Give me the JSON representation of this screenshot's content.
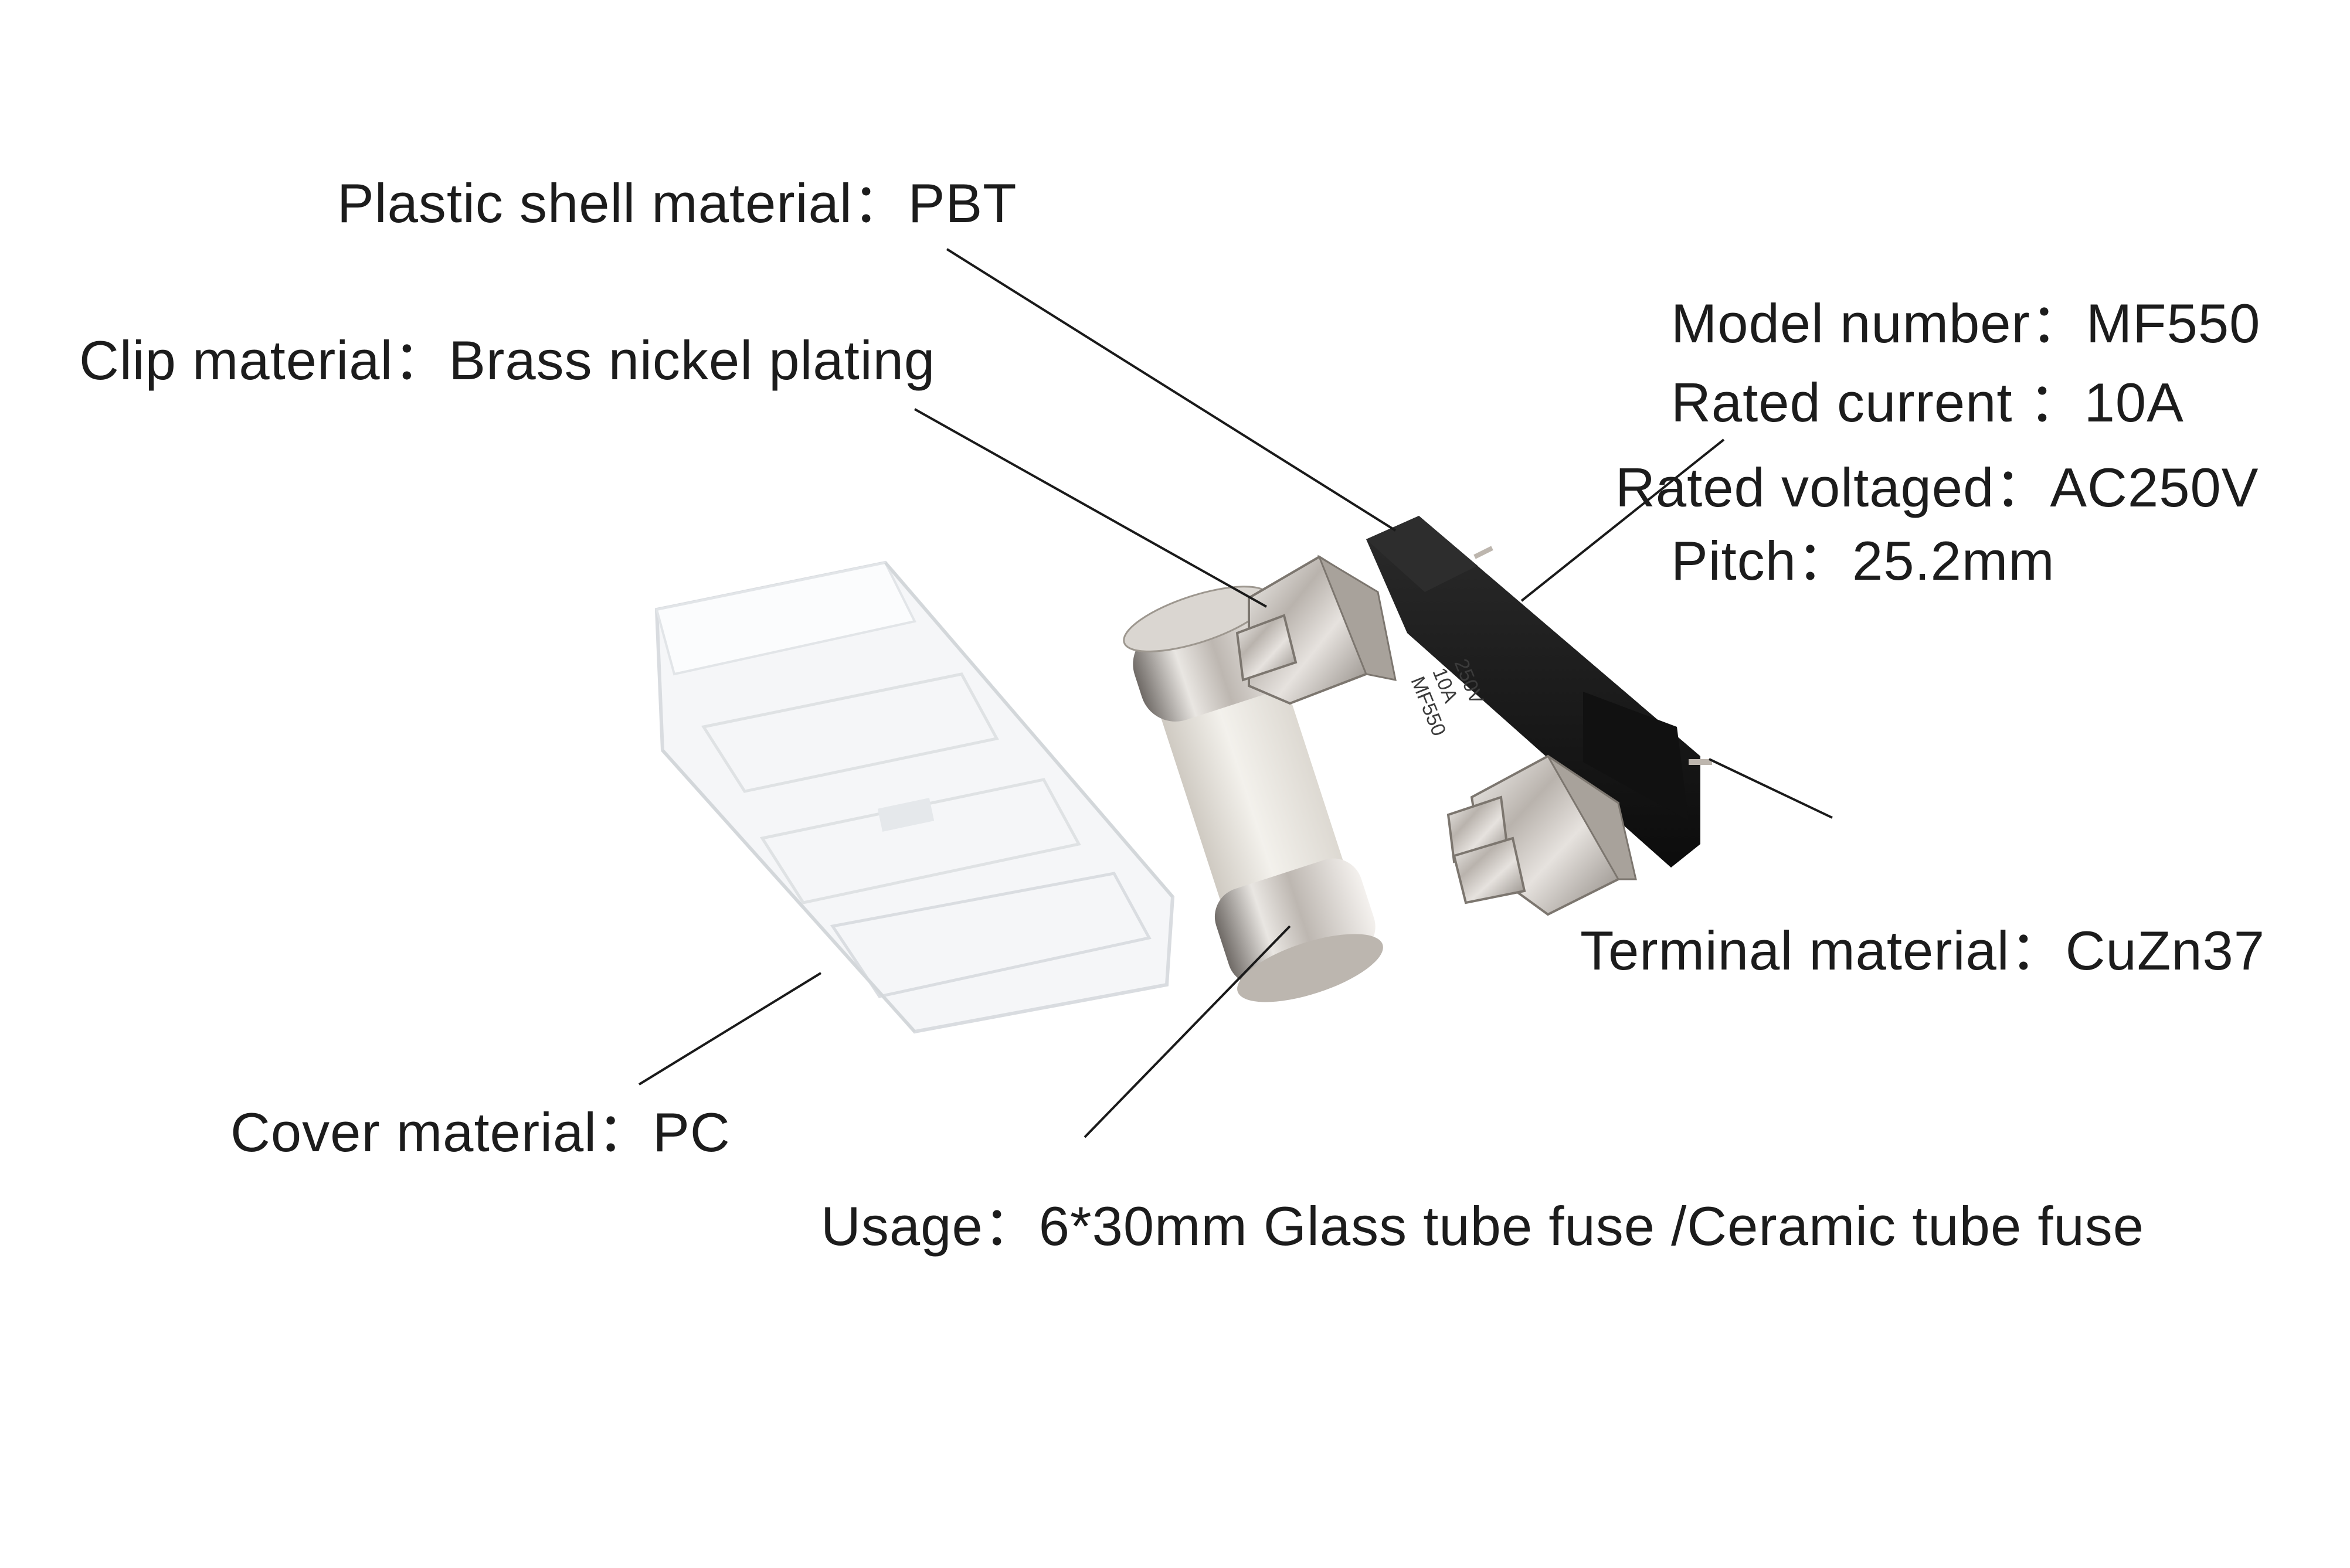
{
  "callouts": {
    "plastic_shell": {
      "key": "Plastic shell material：",
      "value": "PBT"
    },
    "clip": {
      "key": "Clip material：",
      "value": "Brass nickel plating"
    },
    "model": {
      "key": "Model number：",
      "value": "MF550"
    },
    "current": {
      "key": "Rated current ：",
      "value": "10A"
    },
    "voltage": {
      "key": "Rated voltaged：",
      "value": "AC250V"
    },
    "pitch": {
      "key": "Pitch：",
      "value": "25.2mm"
    },
    "terminal": {
      "key": "Terminal material：",
      "value": "CuZn37"
    },
    "cover": {
      "key": "Cover material：",
      "value": "PC"
    },
    "usage": {
      "key": "Usage：",
      "value": "6*30mm Glass tube fuse /Ceramic tube fuse"
    }
  },
  "holder_marking": [
    "250V",
    "10A",
    "MF550"
  ],
  "colors": {
    "background": "#ffffff",
    "text": "#1c1c1c",
    "leader_line": "#1a1a1a",
    "holder_body": "#151515",
    "metal": "#c9c4bf",
    "ceramic": "#ece9e3"
  },
  "objects": [
    "clear-cover",
    "ceramic-fuse",
    "fuse-holder-with-clips"
  ]
}
